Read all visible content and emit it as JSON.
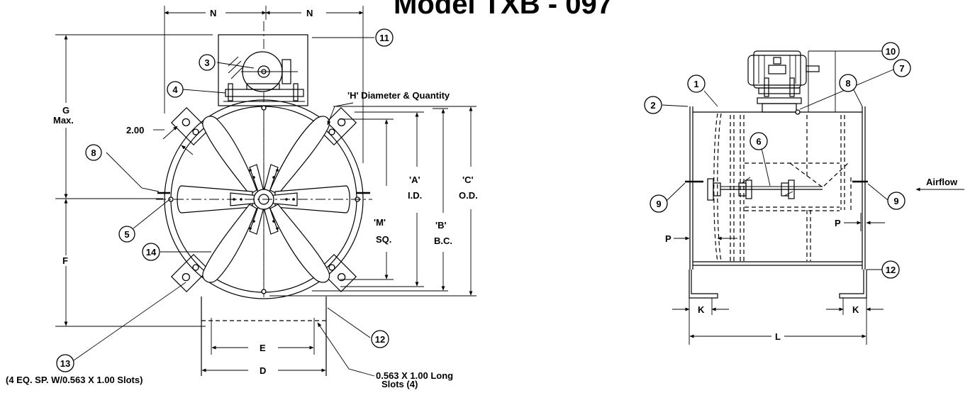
{
  "title": "Model TXB - 097",
  "front_view": {
    "dim_N_left": "N",
    "dim_N_right": "N",
    "dim_G": "G",
    "dim_G_sub": "Max.",
    "dim_F": "F",
    "dim_200": "2.00",
    "dim_H": "'H' Diameter & Quantity",
    "dim_A": "'A'",
    "dim_A_sub": "I.D.",
    "dim_B": "'B'",
    "dim_B_sub": "B.C.",
    "dim_C": "'C'",
    "dim_C_sub": "O.D.",
    "dim_M": "'M'",
    "dim_M_sub": "SQ.",
    "dim_E": "E",
    "dim_D": "D",
    "slots_note_line1": "0.563 X 1.00 Long",
    "slots_note_line2": "Slots (4)",
    "eq_note": "(4 EQ. SP. W/0.563 X 1.00 Slots)",
    "callouts": [
      "3",
      "4",
      "5",
      "8",
      "11",
      "12",
      "13",
      "14"
    ]
  },
  "side_view": {
    "airflow": "Airflow",
    "dim_P_left": "P",
    "dim_P_right": "P",
    "dim_K_left": "K",
    "dim_K_right": "K",
    "dim_L": "L",
    "callouts": [
      "1",
      "2",
      "6",
      "7",
      "8",
      "9",
      "9",
      "10",
      "12"
    ]
  }
}
